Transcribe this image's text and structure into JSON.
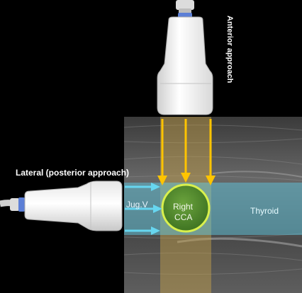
{
  "labels": {
    "anterior": "Anterior approach",
    "lateral": "Lateral (posterior approach)",
    "jugular": "Jug.V",
    "right": "Right",
    "cca": "CCA",
    "thyroid": "Thyroid"
  },
  "colors": {
    "background": "#000000",
    "probe_body": "#f1f1f1",
    "probe_tip": "#5c7fd6",
    "anterior_arrow": "#ffc400",
    "anterior_beam": "#c9a44a",
    "lateral_arrow": "#67d6f0",
    "lateral_beam": "#5fd1ea",
    "carotid_fill": "#4f8a2e",
    "carotid_ring": "#d9f04d"
  }
}
